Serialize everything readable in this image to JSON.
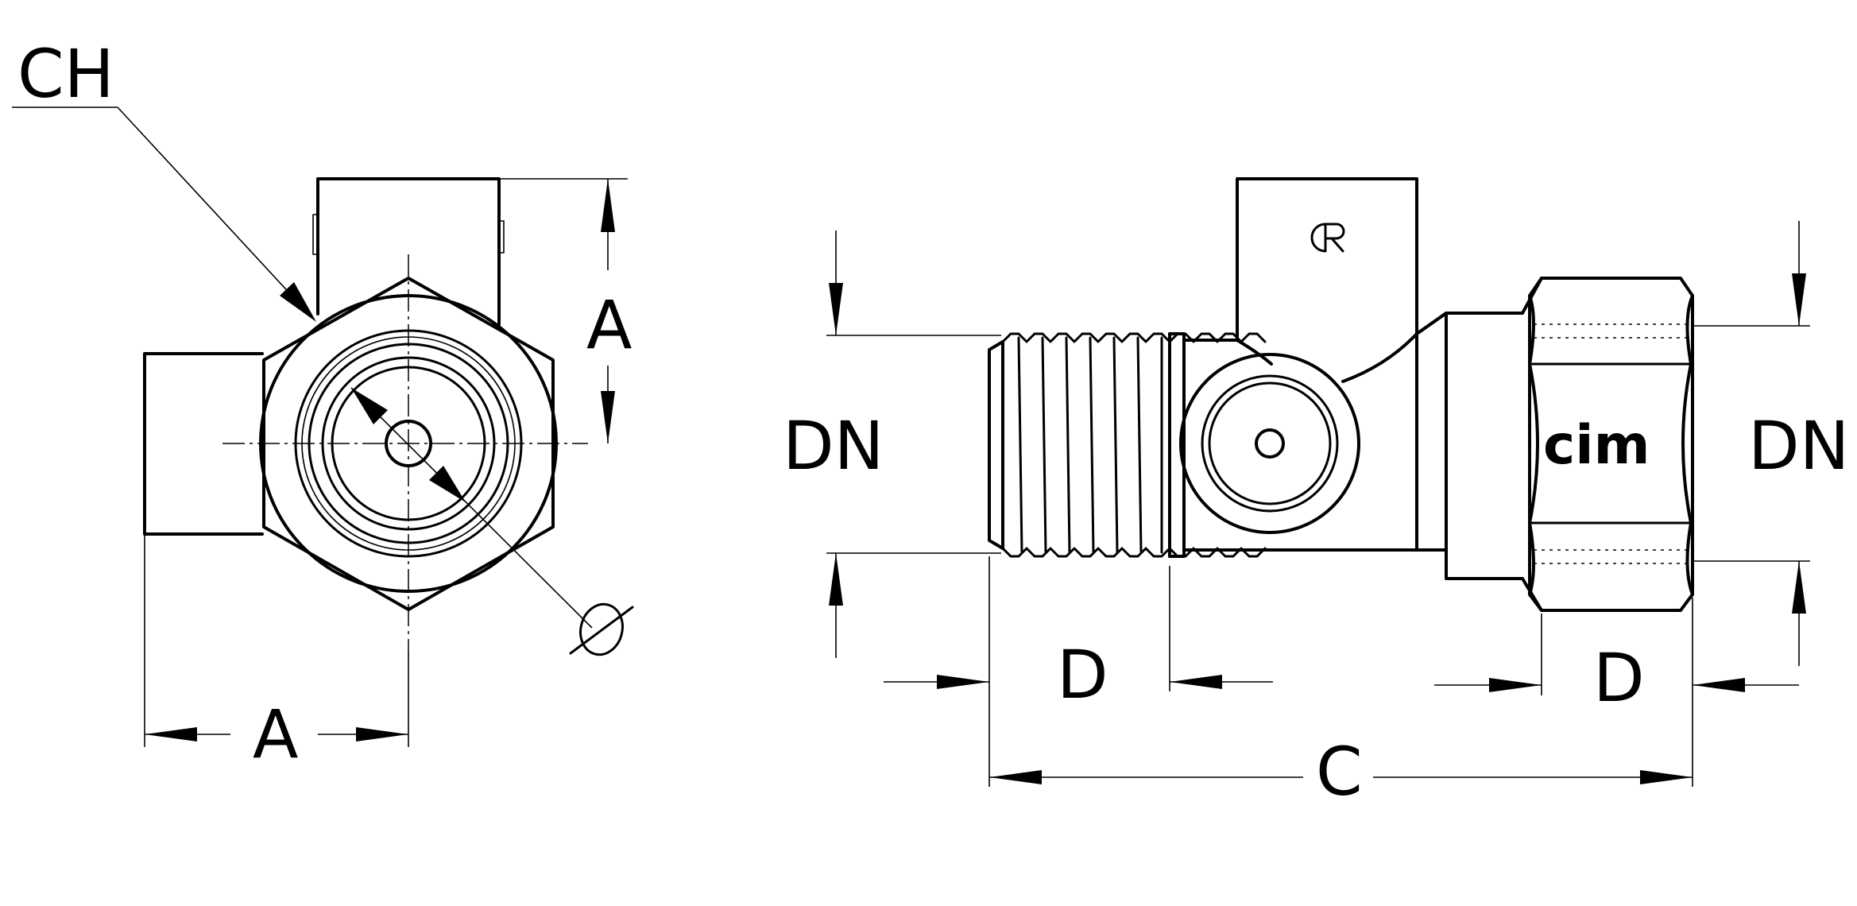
{
  "labels": {
    "ch": "CH",
    "a_vertical": "A",
    "a_horizontal": "A",
    "diameter": "Ø",
    "dn_left": "DN",
    "dn_right": "DN",
    "d_left": "D",
    "d_right": "D",
    "c": "C"
  },
  "logos": {
    "cr": "CR",
    "cim": "cim"
  },
  "colors": {
    "ink": "#000000",
    "paper": "#ffffff"
  }
}
